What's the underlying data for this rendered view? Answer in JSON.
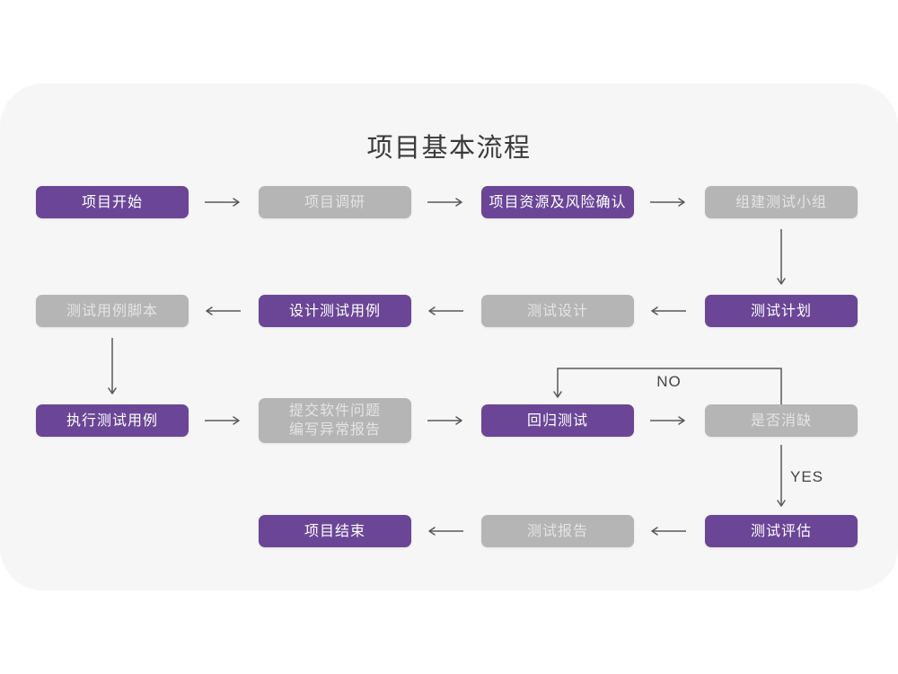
{
  "title": "项目基本流程",
  "decision_labels": {
    "no": "NO",
    "yes": "YES"
  },
  "colors": {
    "purple": "#6B4697",
    "gray": "#B5B5B5",
    "card_background": "#F6F6F6",
    "arrow": "#58585A"
  },
  "nodes": [
    {
      "label": "项目开始",
      "variant": "purple"
    },
    {
      "label": "项目调研",
      "variant": "gray"
    },
    {
      "label": "项目资源及风险确认",
      "variant": "purple"
    },
    {
      "label": "组建测试小组",
      "variant": "gray"
    },
    {
      "label": "测试计划",
      "variant": "purple"
    },
    {
      "label": "测试设计",
      "variant": "gray"
    },
    {
      "label": "设计测试用例",
      "variant": "purple"
    },
    {
      "label": "测试用例脚本",
      "variant": "gray"
    },
    {
      "label": "执行测试用例",
      "variant": "purple"
    },
    {
      "label": "提交软件问题\n编写异常报告",
      "variant": "gray"
    },
    {
      "label": "回归测试",
      "variant": "purple"
    },
    {
      "label": "是否消缺",
      "variant": "gray"
    },
    {
      "label": "测试评估",
      "variant": "purple"
    },
    {
      "label": "测试报告",
      "variant": "gray"
    },
    {
      "label": "项目结束",
      "variant": "purple"
    }
  ]
}
